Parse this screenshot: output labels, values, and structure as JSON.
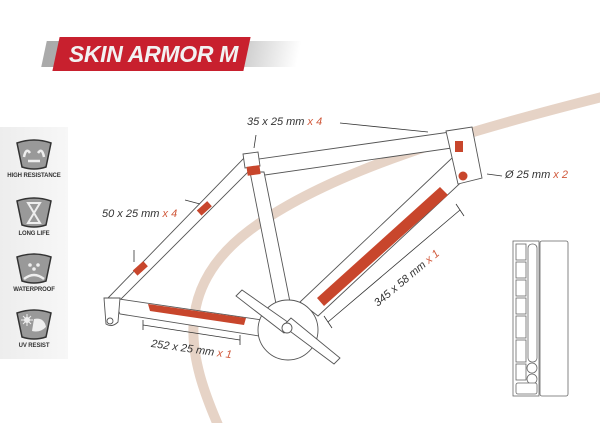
{
  "title": "SKIN ARMOR M",
  "features": [
    {
      "label": "HIGH RESISTANCE",
      "icon": "hands-stretch-icon"
    },
    {
      "label": "LONG LIFE",
      "icon": "hourglass-icon"
    },
    {
      "label": "WATERPROOF",
      "icon": "water-drops-icon"
    },
    {
      "label": "UV RESIST",
      "icon": "sun-uv-icon"
    }
  ],
  "patches": [
    {
      "size": "35 x 25 mm",
      "qty": "x 4"
    },
    {
      "size": "Ø 25 mm",
      "qty": "x 2"
    },
    {
      "size": "50 x 25 mm",
      "qty": "x 4"
    },
    {
      "size": "252 x 25 mm",
      "qty": "x 1"
    },
    {
      "size": "345 x 58 mm",
      "qty": "x 1"
    }
  ],
  "colors": {
    "brand_red": "#c8202e",
    "patch": "#c8462c",
    "qty": "#d0583a",
    "curve": "#e6d3c6"
  }
}
